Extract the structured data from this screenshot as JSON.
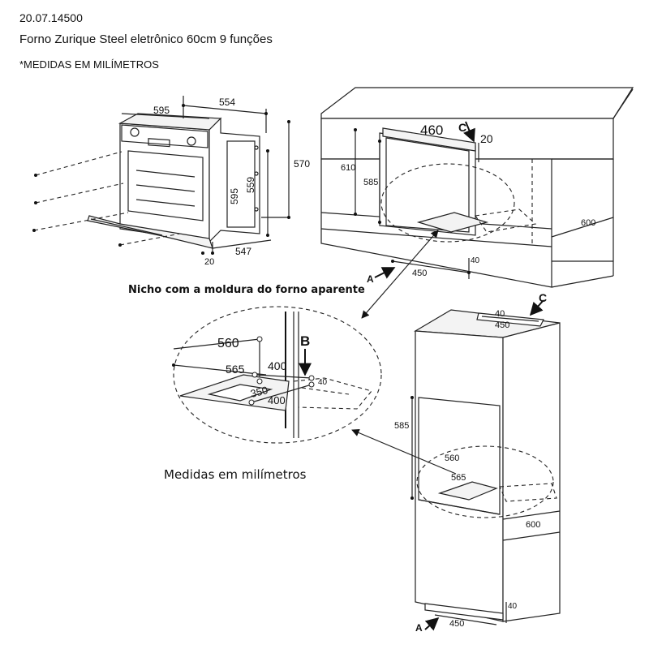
{
  "header": {
    "code": "20.07.14500",
    "title": "Forno Zurique Steel eletrônico 60cm 9 funções",
    "units_note": "*MEDIDAS EM MILÍMETROS"
  },
  "captions": {
    "niche": "Nicho com a moldura do forno aparente",
    "measures": "Medidas em milímetros"
  },
  "oven": {
    "dim_595_top": "595",
    "dim_554": "554",
    "dim_570": "570",
    "dim_595_side": "595",
    "dim_559": "559",
    "dim_20": "20",
    "dim_547": "547"
  },
  "counter": {
    "dim_460": "460",
    "label_c": "C",
    "dim_20": "20",
    "dim_610": "610",
    "dim_585": "585",
    "dim_600": "600",
    "label_a": "A",
    "dim_450": "450",
    "dim_40": "40"
  },
  "detail": {
    "dim_560": "560",
    "label_b": "B",
    "dim_565": "565",
    "dim_400_top": "400",
    "dim_40": "40",
    "dim_350": "350",
    "dim_400_bottom": "400"
  },
  "tower": {
    "dim_40_top": "40",
    "label_c": "C",
    "dim_450_top": "450",
    "dim_585": "585",
    "dim_560": "560",
    "dim_565": "565",
    "dim_600": "600",
    "dim_40_bottom": "40",
    "label_a": "A",
    "dim_450_bottom": "450"
  }
}
